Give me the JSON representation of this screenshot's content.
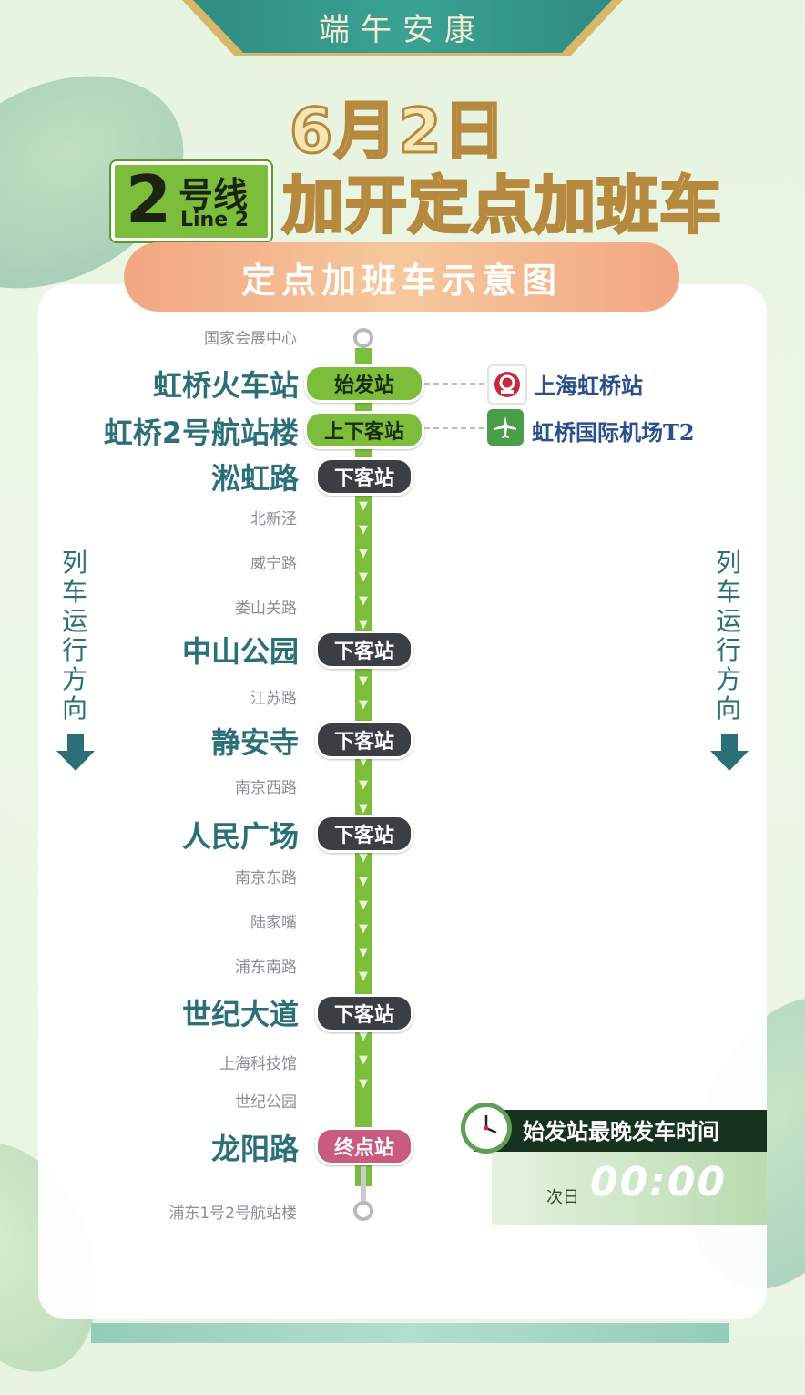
{
  "banner": {
    "title": "端午安康"
  },
  "header": {
    "date": "6月2日",
    "headline": "加开定点加班车",
    "line_badge": {
      "number": "2",
      "cn": "号线",
      "en": "Line 2",
      "color": "#7cbd3c"
    }
  },
  "subtitle": "定点加班车示意图",
  "stations": {
    "s0": "国家会展中心",
    "s1": "虹桥火车站",
    "s2": "虹桥2号航站楼",
    "s3": "淞虹路",
    "s4": "北新泾",
    "s5": "威宁路",
    "s6": "娄山关路",
    "s7": "中山公园",
    "s8": "江苏路",
    "s9": "静安寺",
    "s10": "南京西路",
    "s11": "人民广场",
    "s12": "南京东路",
    "s13": "陆家嘴",
    "s14": "浦东南路",
    "s15": "世纪大道",
    "s16": "上海科技馆",
    "s17": "世纪公园",
    "s18": "龙阳路",
    "s19": "浦东1号2号航站楼"
  },
  "tags": {
    "start": "始发站",
    "updown": "上下客站",
    "drop": "下客站",
    "end": "终点站"
  },
  "transfers": {
    "rail": {
      "label": "上海虹桥站",
      "icon": "railway-icon"
    },
    "air": {
      "label": "虹桥国际机场T2",
      "icon": "airplane-icon"
    }
  },
  "direction": {
    "text": "列车运行方向"
  },
  "last_train": {
    "label": "始发站最晚发车时间",
    "prefix": "次日",
    "time": "00:00"
  },
  "colors": {
    "line": "#7cbd3c",
    "teal": "#2b6f79",
    "drop_tag": "#3b3f44",
    "end_tag": "#c95a80"
  }
}
